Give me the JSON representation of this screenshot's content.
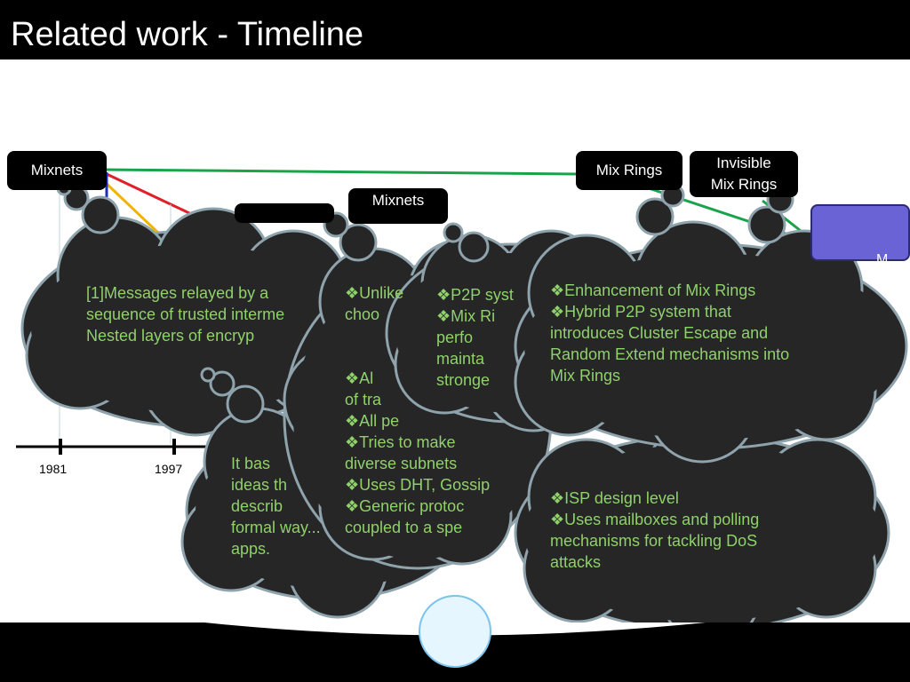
{
  "title": "Related work - Timeline",
  "boxes": {
    "mixnets": "Mixnets",
    "mixnets_partial": "Mixnets",
    "mix_rings": "Mix Rings",
    "invisible_line1": "Invisible",
    "invisible_line2": "Mix Rings",
    "purple_partial": "M"
  },
  "years": [
    "1981",
    "1997"
  ],
  "callouts": {
    "c1": [
      "[1]Messages relayed by a",
      "sequence of trusted interme",
      "Nested layers of encryp"
    ],
    "c2": [
      "It bas",
      "ideas th",
      "describ",
      "formal way...",
      "apps."
    ],
    "c3": [
      "❖Unlike",
      "choo",
      "❖Al",
      "of tra",
      "❖All pe",
      "❖Tries to make",
      "diverse subnets",
      "❖Uses DHT, Gossip",
      "❖Generic protoc",
      "coupled to a spe"
    ],
    "c4": [
      "❖P2P syst",
      "❖Mix Ri",
      "perfo",
      "mainta",
      "stronge"
    ],
    "c5": [
      "❖Enhancement of Mix Rings",
      "❖Hybrid P2P system that",
      "introduces Cluster Escape and",
      "Random Extend mechanisms into",
      "Mix Rings"
    ],
    "c6": [
      "❖ISP design level",
      "❖Uses mailboxes and polling",
      "mechanisms for tackling DoS",
      "attacks"
    ]
  },
  "colors": {
    "cloud_fill": "#262626",
    "cloud_stroke": "#8fa3ad",
    "callout_text": "#8fd16a",
    "green_line": "#1aa34a",
    "red_line": "#e0202a",
    "yellow_line": "#f0b400",
    "blue_line": "#1f2db0",
    "purple_box": "#6a63d6"
  }
}
